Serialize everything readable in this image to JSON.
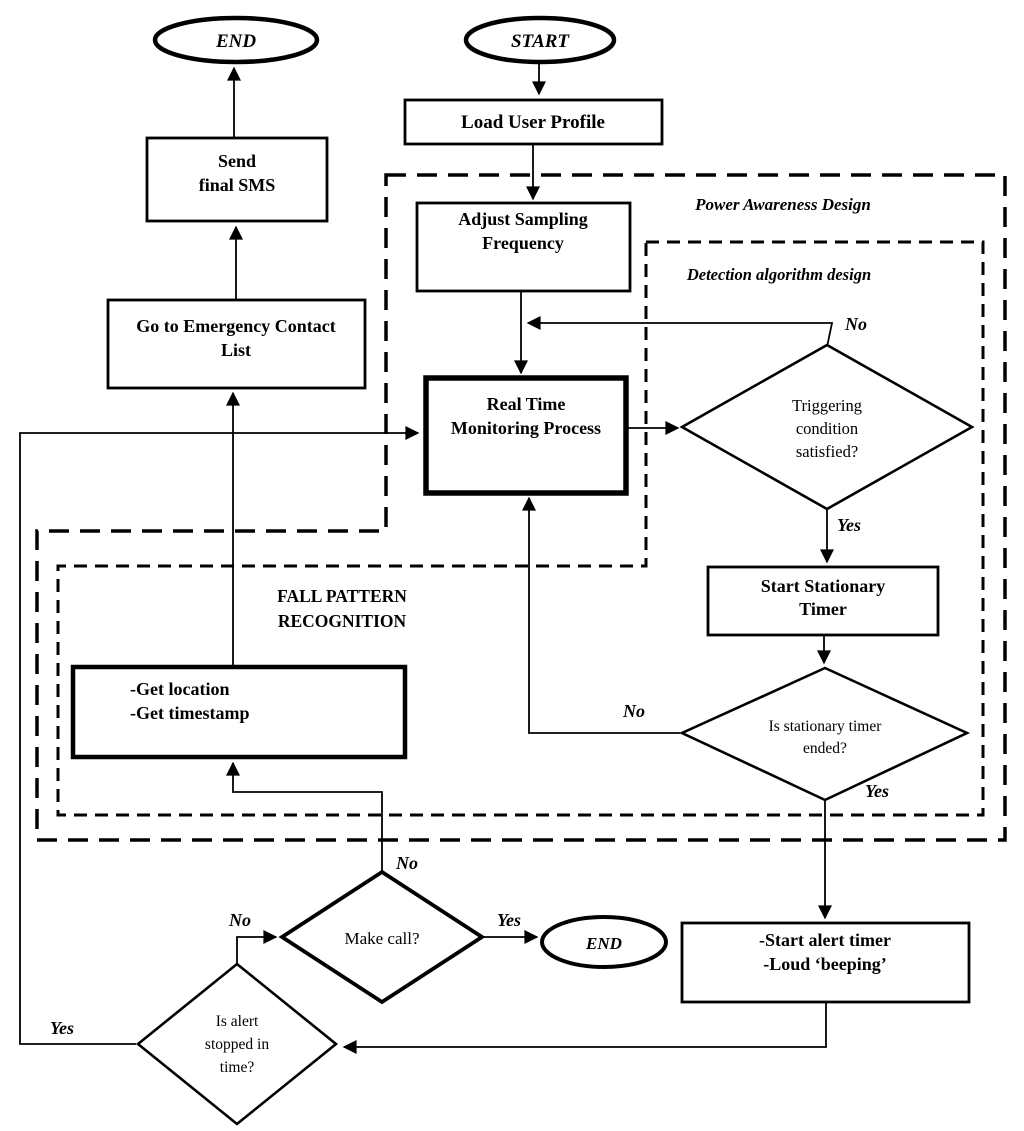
{
  "colors": {
    "ink": "#000000",
    "background": "#ffffff"
  },
  "terminators": {
    "start": "START",
    "end_top": "END",
    "end_right": "END"
  },
  "processes": {
    "load_profile": {
      "lines": [
        "Load User Profile"
      ]
    },
    "send_sms": {
      "lines": [
        "Send",
        "final SMS"
      ]
    },
    "adjust_sampling": {
      "lines": [
        "Adjust Sampling",
        "Frequency"
      ]
    },
    "go_contacts": {
      "lines": [
        "Go to Emergency Contact",
        "List"
      ]
    },
    "real_time": {
      "lines": [
        "Real Time",
        "Monitoring Process"
      ]
    },
    "start_stationary": {
      "lines": [
        "Start Stationary",
        "Timer"
      ]
    },
    "get_location": {
      "lines": [
        "-Get location",
        "-Get timestamp"
      ]
    },
    "start_alert": {
      "lines": [
        "-Start alert timer",
        "-Loud ‘beeping’"
      ]
    }
  },
  "decisions": {
    "triggering": {
      "lines": [
        "Triggering",
        "condition",
        "satisfied?"
      ]
    },
    "stationary_timer": {
      "lines": [
        "Is stationary timer",
        "ended?"
      ]
    },
    "make_call": {
      "lines": [
        "Make call?"
      ]
    },
    "alert_stopped": {
      "lines": [
        "Is alert",
        "stopped in",
        "time?"
      ]
    }
  },
  "regions": {
    "power_awareness": "Power Awareness Design",
    "detection_algorithm": "Detection algorithm design",
    "fall_pattern": {
      "lines": [
        "FALL PATTERN",
        "RECOGNITION"
      ]
    }
  },
  "edge_labels": {
    "triggering_no": "No",
    "triggering_yes": "Yes",
    "stationary_no": "No",
    "stationary_yes": "Yes",
    "make_call_no_top": "No",
    "make_call_yes": "Yes",
    "make_call_no_left": "No",
    "alert_yes": "Yes"
  }
}
